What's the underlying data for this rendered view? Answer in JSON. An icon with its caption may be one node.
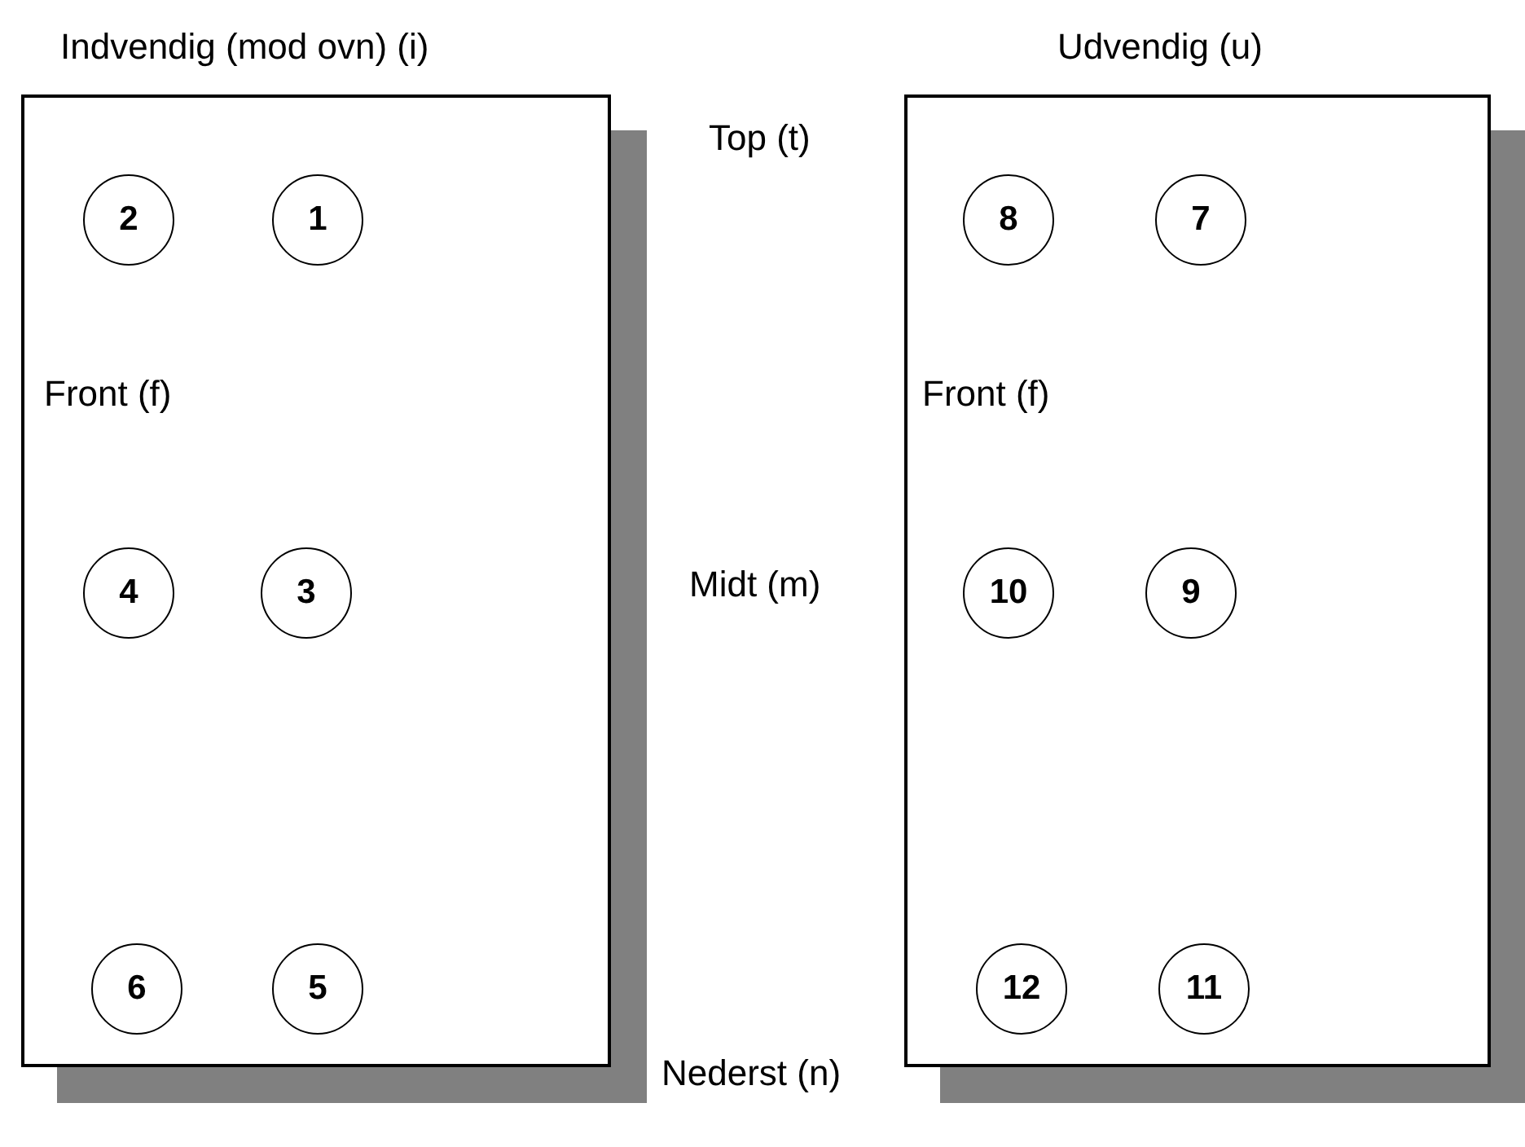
{
  "diagram": {
    "nodes": [
      {
        "text": [
          "Indvendig (mod ovn) (i)"
        ]
      },
      {
        "text": [
          "2"
        ],
        "in": 0
      },
      {
        "text": [
          "1"
        ],
        "in": 0
      },
      {
        "text": [
          "4"
        ],
        "in": 0
      },
      {
        "text": [
          "3"
        ],
        "in": 0
      },
      {
        "text": [
          "6"
        ],
        "in": 0
      },
      {
        "text": [
          "5"
        ],
        "in": 0
      },
      {
        "text": [
          "Udvendig (u)"
        ]
      },
      {
        "text": [
          "8"
        ],
        "in": 7
      },
      {
        "text": [
          "7"
        ],
        "in": 7
      },
      {
        "text": [
          "10"
        ],
        "in": 7
      },
      {
        "text": [
          "9"
        ],
        "in": 7
      },
      {
        "text": [
          "12"
        ],
        "in": 7
      },
      {
        "text": [
          "11"
        ],
        "in": 7
      }
    ],
    "edges": [],
    "labels": [
      "Top (t)",
      "Front (f)",
      "Front (f)",
      "Midt (m)",
      "Nederst (n)"
    ]
  }
}
